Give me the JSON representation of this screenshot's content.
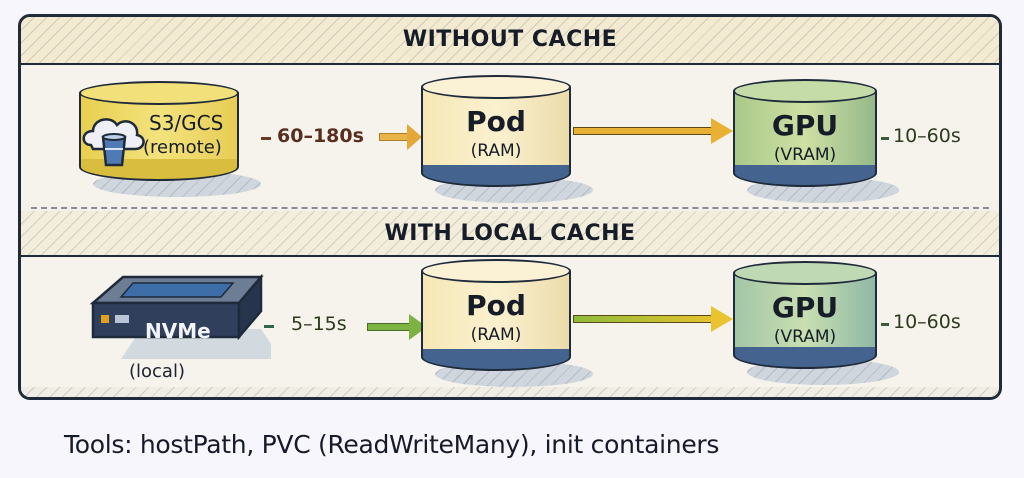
{
  "sections": {
    "without_cache": {
      "title": "WITHOUT CACHE",
      "source": {
        "label": "S3/GCS",
        "sub": "(remote)",
        "icon": "cloud-bucket-icon"
      },
      "source_to_pod_time": "60–180s",
      "pod": {
        "label": "Pod",
        "sub": "(RAM)"
      },
      "gpu": {
        "label": "GPU",
        "sub": "(VRAM)"
      },
      "gpu_time": "10–60s"
    },
    "with_local_cache": {
      "title": "WITH LOCAL CACHE",
      "source": {
        "label": "NVMe",
        "sub": "(local)",
        "icon": "nvme-drive-icon"
      },
      "source_to_pod_time": "5–15s",
      "pod": {
        "label": "Pod",
        "sub": "(RAM)"
      },
      "gpu": {
        "label": "GPU",
        "sub": "(VRAM)"
      },
      "gpu_time": "10–60s"
    }
  },
  "footer": "Tools: hostPath, PVC (ReadWriteMany), init containers",
  "colors": {
    "remote_arrow": "#e0a93a",
    "local_arrow": "#7cb342",
    "timing_remote": "#5a2e1e",
    "timing_local": "#2c3a1e",
    "outline": "#1f2a3a"
  }
}
